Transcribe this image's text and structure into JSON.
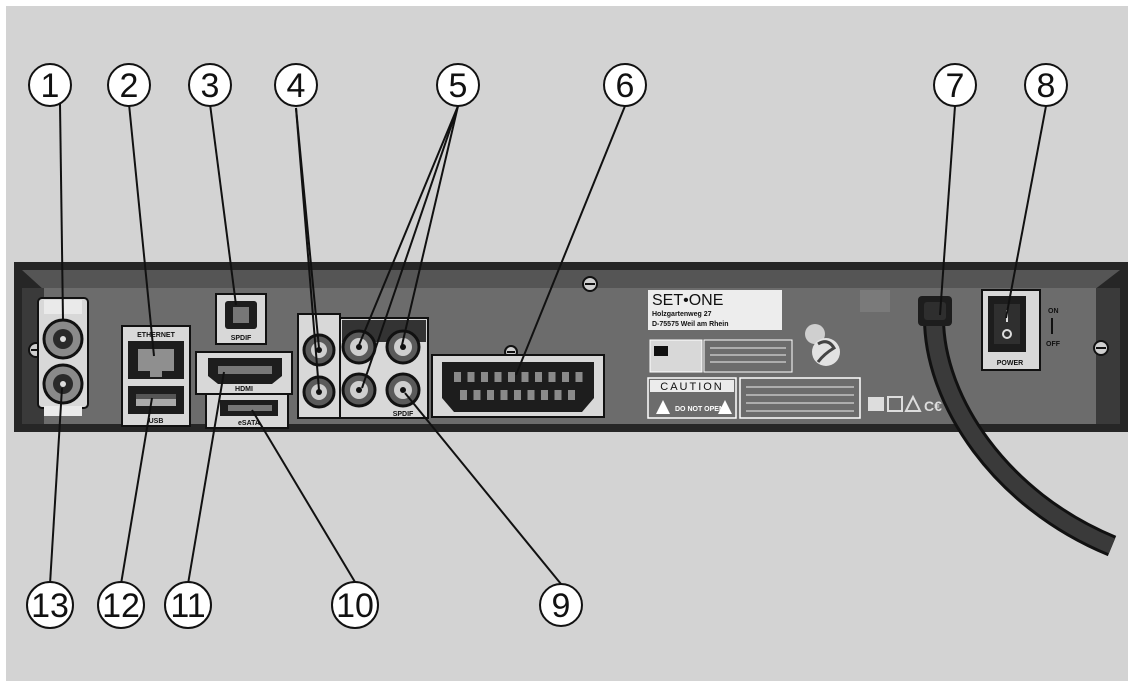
{
  "callouts": [
    {
      "id": 1,
      "label": "1"
    },
    {
      "id": 2,
      "label": "2"
    },
    {
      "id": 3,
      "label": "3"
    },
    {
      "id": 4,
      "label": "4"
    },
    {
      "id": 5,
      "label": "5"
    },
    {
      "id": 6,
      "label": "6"
    },
    {
      "id": 7,
      "label": "7"
    },
    {
      "id": 8,
      "label": "8"
    },
    {
      "id": 9,
      "label": "9"
    },
    {
      "id": 10,
      "label": "10"
    },
    {
      "id": 11,
      "label": "11"
    },
    {
      "id": 12,
      "label": "12"
    },
    {
      "id": 13,
      "label": "13"
    }
  ],
  "panel_labels": {
    "ethernet": "ETHERNET",
    "usb": "USB",
    "spdif_top": "SPDIF",
    "hdmi": "HDMI",
    "esata": "eSATA",
    "spdif_bottom": "SPDIF",
    "power": "POWER",
    "on": "ON",
    "off": "OFF"
  },
  "brand": {
    "name": "SET•ONE",
    "address_line1": "Holzgartenweg 27",
    "address_line2": "D-75575 Weil am Rhein"
  },
  "caution": {
    "title": "CAUTION",
    "warning": "DO NOT OPEN"
  },
  "colors": {
    "background": "#d3d3d3",
    "panel": "#707070",
    "panel_edge": "#262626",
    "cable": "#3a3a3a"
  }
}
